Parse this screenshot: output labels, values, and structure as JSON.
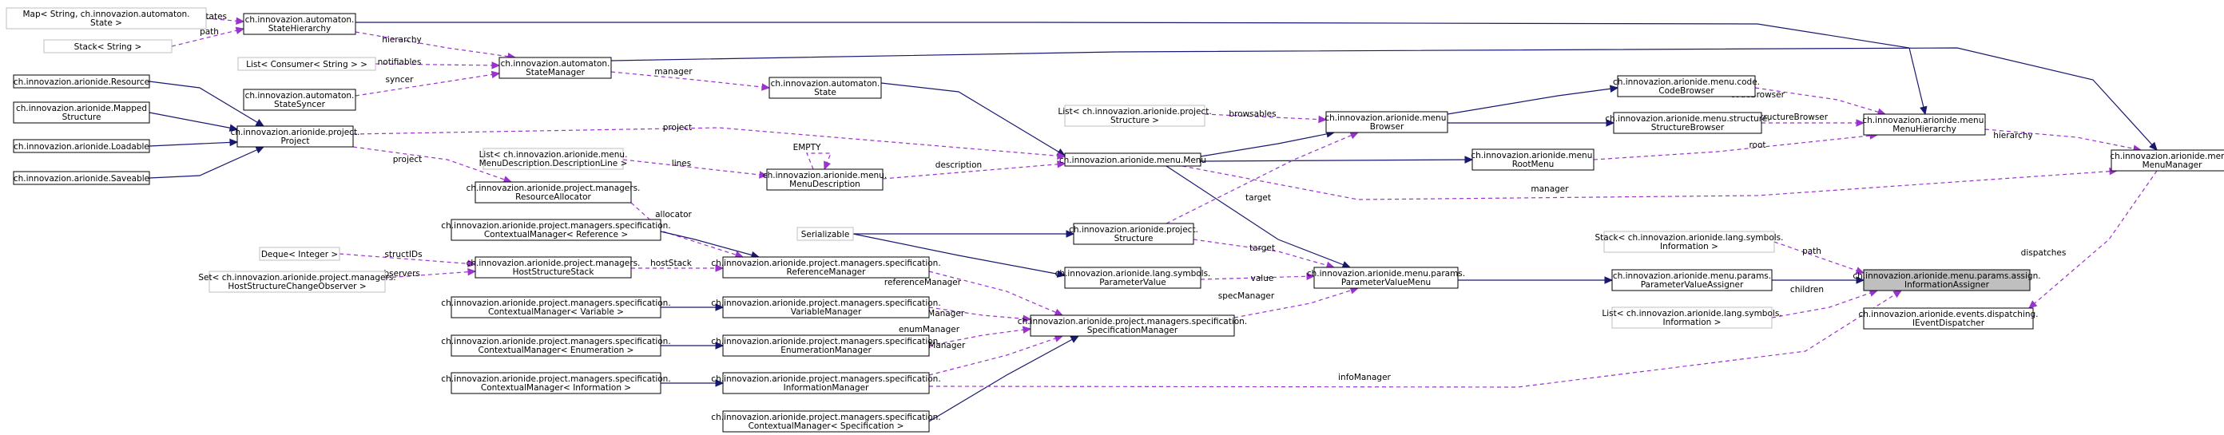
{
  "nodes": [
    {
      "id": "map_states",
      "lines": [
        "Map< String, ch.innovazion.automaton.",
        "State >"
      ],
      "ext": true
    },
    {
      "id": "stack_string",
      "lines": [
        "Stack< String >"
      ],
      "ext": true
    },
    {
      "id": "state_hierarchy",
      "lines": [
        "ch.innovazion.automaton.",
        "StateHierarchy"
      ]
    },
    {
      "id": "list_consumer",
      "lines": [
        "List< Consumer< String > >"
      ],
      "ext": true
    },
    {
      "id": "state_manager",
      "lines": [
        "ch.innovazion.automaton.",
        "StateManager"
      ]
    },
    {
      "id": "state_syncer",
      "lines": [
        "ch.innovazion.automaton.",
        "StateSyncer"
      ]
    },
    {
      "id": "state",
      "lines": [
        "ch.innovazion.automaton.",
        "State"
      ]
    },
    {
      "id": "resource",
      "lines": [
        "ch.innovazion.arionide.Resource"
      ]
    },
    {
      "id": "mapped_structure",
      "lines": [
        "ch.innovazion.arionide.Mapped",
        "Structure"
      ]
    },
    {
      "id": "loadable",
      "lines": [
        "ch.innovazion.arionide.Loadable"
      ]
    },
    {
      "id": "saveable",
      "lines": [
        "ch.innovazion.arionide.Saveable"
      ]
    },
    {
      "id": "project",
      "lines": [
        "ch.innovazion.arionide.project.",
        "Project"
      ]
    },
    {
      "id": "list_desc_line",
      "lines": [
        "List< ch.innovazion.arionide.menu.",
        "MenuDescription.DescriptionLine >"
      ],
      "ext": true
    },
    {
      "id": "menu_description",
      "lines": [
        "ch.innovazion.arionide.menu.",
        "MenuDescription"
      ]
    },
    {
      "id": "resource_allocator",
      "lines": [
        "ch.innovazion.arionide.project.managers.",
        "ResourceAllocator"
      ]
    },
    {
      "id": "cm_reference",
      "lines": [
        "ch.innovazion.arionide.project.managers.specification.",
        "ContextualManager< Reference >"
      ]
    },
    {
      "id": "deque_int",
      "lines": [
        "Deque< Integer >"
      ],
      "ext": true
    },
    {
      "id": "set_observer",
      "lines": [
        "Set< ch.innovazion.arionide.project.managers.",
        "HostStructureChangeObserver >"
      ],
      "ext": true
    },
    {
      "id": "host_structure_stack",
      "lines": [
        "ch.innovazion.arionide.project.managers.",
        "HostStructureStack"
      ]
    },
    {
      "id": "reference_manager",
      "lines": [
        "ch.innovazion.arionide.project.managers.specification.",
        "ReferenceManager"
      ]
    },
    {
      "id": "cm_variable",
      "lines": [
        "ch.innovazion.arionide.project.managers.specification.",
        "ContextualManager< Variable >"
      ]
    },
    {
      "id": "variable_manager",
      "lines": [
        "ch.innovazion.arionide.project.managers.specification.",
        "VariableManager"
      ]
    },
    {
      "id": "cm_enumeration",
      "lines": [
        "ch.innovazion.arionide.project.managers.specification.",
        "ContextualManager< Enumeration >"
      ]
    },
    {
      "id": "enumeration_manager",
      "lines": [
        "ch.innovazion.arionide.project.managers.specification.",
        "EnumerationManager"
      ]
    },
    {
      "id": "cm_information",
      "lines": [
        "ch.innovazion.arionide.project.managers.specification.",
        "ContextualManager< Information >"
      ]
    },
    {
      "id": "information_manager",
      "lines": [
        "ch.innovazion.arionide.project.managers.specification.",
        "InformationManager"
      ]
    },
    {
      "id": "cm_specification",
      "lines": [
        "ch.innovazion.arionide.project.managers.specification.",
        "ContextualManager< Specification >"
      ]
    },
    {
      "id": "serializable",
      "lines": [
        "Serializable"
      ],
      "ext": true
    },
    {
      "id": "menu",
      "lines": [
        "ch.innovazion.arionide.menu.Menu"
      ]
    },
    {
      "id": "list_structure",
      "lines": [
        "List< ch.innovazion.arionide.project.",
        "Structure >"
      ],
      "ext": true
    },
    {
      "id": "browser",
      "lines": [
        "ch.innovazion.arionide.menu.",
        "Browser"
      ]
    },
    {
      "id": "structure",
      "lines": [
        "ch.innovazion.arionide.project.",
        "Structure"
      ]
    },
    {
      "id": "parameter_value",
      "lines": [
        "ch.innovazion.arionide.lang.symbols.",
        "ParameterValue"
      ]
    },
    {
      "id": "specification_manager",
      "lines": [
        "ch.innovazion.arionide.project.managers.specification.",
        "SpecificationManager"
      ]
    },
    {
      "id": "parameter_value_menu",
      "lines": [
        "ch.innovazion.arionide.menu.params.",
        "ParameterValueMenu"
      ]
    },
    {
      "id": "code_browser",
      "lines": [
        "ch.innovazion.arionide.menu.code.",
        "CodeBrowser"
      ]
    },
    {
      "id": "structure_browser",
      "lines": [
        "ch.innovazion.arionide.menu.structure.",
        "StructureBrowser"
      ]
    },
    {
      "id": "root_menu",
      "lines": [
        "ch.innovazion.arionide.menu.",
        "RootMenu"
      ]
    },
    {
      "id": "menu_hierarchy",
      "lines": [
        "ch.innovazion.arionide.menu.",
        "MenuHierarchy"
      ]
    },
    {
      "id": "menu_manager",
      "lines": [
        "ch.innovazion.arionide.menu.",
        "MenuManager"
      ]
    },
    {
      "id": "stack_information",
      "lines": [
        "Stack< ch.innovazion.arionide.lang.symbols.",
        "Information >"
      ],
      "ext": true
    },
    {
      "id": "list_information",
      "lines": [
        "List< ch.innovazion.arionide.lang.symbols.",
        "Information >"
      ],
      "ext": true
    },
    {
      "id": "parameter_value_assigner",
      "lines": [
        "ch.innovazion.arionide.menu.params.",
        "ParameterValueAssigner"
      ]
    },
    {
      "id": "information_assigner",
      "lines": [
        "ch.innovazion.arionide.menu.params.assign.",
        "InformationAssigner"
      ],
      "highlight": true
    },
    {
      "id": "event_dispatcher",
      "lines": [
        "ch.innovazion.arionide.events.dispatching.",
        "IEventDispatcher"
      ]
    }
  ],
  "edges": [
    {
      "from": "map_states",
      "to": "state_hierarchy",
      "label": "states",
      "style": "dashed"
    },
    {
      "from": "stack_string",
      "to": "state_hierarchy",
      "label": "path",
      "style": "dashed"
    },
    {
      "from": "list_consumer",
      "to": "state_manager",
      "label": "notifiables",
      "style": "dashed"
    },
    {
      "from": "state_syncer",
      "to": "state_manager",
      "label": "syncer",
      "style": "dashed"
    },
    {
      "from": "state_hierarchy",
      "to": "state_manager",
      "label": "hierarchy",
      "style": "dashed"
    },
    {
      "from": "state_manager",
      "to": "state",
      "label": "manager",
      "style": "dashed"
    },
    {
      "from": "state",
      "to": "menu",
      "label": "",
      "style": "solid"
    },
    {
      "from": "resource",
      "to": "project",
      "label": "",
      "style": "solid"
    },
    {
      "from": "mapped_structure",
      "to": "project",
      "label": "",
      "style": "solid"
    },
    {
      "from": "loadable",
      "to": "project",
      "label": "",
      "style": "solid"
    },
    {
      "from": "saveable",
      "to": "project",
      "label": "",
      "style": "solid"
    },
    {
      "from": "project",
      "to": "menu",
      "label": "project",
      "style": "dashed"
    },
    {
      "from": "project",
      "to": "resource_allocator",
      "label": "project",
      "style": "dashed"
    },
    {
      "from": "list_desc_line",
      "to": "menu_description",
      "label": "lines",
      "style": "dashed"
    },
    {
      "from": "menu_description",
      "to": "menu_description",
      "label": "EMPTY",
      "style": "dashed"
    },
    {
      "from": "menu_description",
      "to": "menu",
      "label": "description",
      "style": "dashed"
    },
    {
      "from": "resource_allocator",
      "to": "reference_manager",
      "label": "allocator",
      "style": "dashed"
    },
    {
      "from": "deque_int",
      "to": "host_structure_stack",
      "label": "structIDs",
      "style": "dashed"
    },
    {
      "from": "set_observer",
      "to": "host_structure_stack",
      "label": "observers",
      "style": "dashed"
    },
    {
      "from": "host_structure_stack",
      "to": "reference_manager",
      "label": "hostStack",
      "style": "dashed"
    },
    {
      "from": "cm_reference",
      "to": "reference_manager",
      "label": "",
      "style": "solid"
    },
    {
      "from": "cm_variable",
      "to": "variable_manager",
      "label": "",
      "style": "solid"
    },
    {
      "from": "cm_enumeration",
      "to": "enumeration_manager",
      "label": "",
      "style": "solid"
    },
    {
      "from": "cm_information",
      "to": "information_manager",
      "label": "",
      "style": "solid"
    },
    {
      "from": "cm_specification",
      "to": "specification_manager",
      "label": "",
      "style": "solid"
    },
    {
      "from": "reference_manager",
      "to": "specification_manager",
      "label": "referenceManager",
      "style": "dashed"
    },
    {
      "from": "variable_manager",
      "to": "specification_manager",
      "label": "variableManager",
      "style": "dashed"
    },
    {
      "from": "enumeration_manager",
      "to": "specification_manager",
      "label": "enumManager",
      "style": "dashed"
    },
    {
      "from": "information_manager",
      "to": "specification_manager",
      "label": "informationManager",
      "style": "dashed"
    },
    {
      "from": "information_manager",
      "to": "information_assigner",
      "label": "infoManager",
      "style": "dashed"
    },
    {
      "from": "serializable",
      "to": "structure",
      "label": "",
      "style": "solid"
    },
    {
      "from": "serializable",
      "to": "parameter_value",
      "label": "",
      "style": "solid"
    },
    {
      "from": "list_structure",
      "to": "browser",
      "label": "browsables",
      "style": "dashed"
    },
    {
      "from": "menu",
      "to": "browser",
      "label": "",
      "style": "solid"
    },
    {
      "from": "menu",
      "to": "root_menu",
      "label": "",
      "style": "solid"
    },
    {
      "from": "menu",
      "to": "parameter_value_menu",
      "label": "",
      "style": "solid"
    },
    {
      "from": "menu",
      "to": "menu_manager",
      "label": "manager",
      "style": "dashed"
    },
    {
      "from": "structure",
      "to": "browser",
      "label": "target",
      "style": "dashed"
    },
    {
      "from": "structure",
      "to": "parameter_value_menu",
      "label": "target",
      "style": "dashed"
    },
    {
      "from": "parameter_value",
      "to": "parameter_value_menu",
      "label": "value",
      "style": "dashed"
    },
    {
      "from": "specification_manager",
      "to": "parameter_value_menu",
      "label": "specManager",
      "style": "dashed"
    },
    {
      "from": "browser",
      "to": "code_browser",
      "label": "",
      "style": "solid"
    },
    {
      "from": "browser",
      "to": "structure_browser",
      "label": "",
      "style": "solid"
    },
    {
      "from": "parameter_value_menu",
      "to": "parameter_value_assigner",
      "label": "",
      "style": "solid"
    },
    {
      "from": "code_browser",
      "to": "menu_hierarchy",
      "label": "codeBrowser",
      "style": "dashed"
    },
    {
      "from": "structure_browser",
      "to": "menu_hierarchy",
      "label": "structureBrowser",
      "style": "dashed"
    },
    {
      "from": "root_menu",
      "to": "menu_hierarchy",
      "label": "root",
      "style": "dashed"
    },
    {
      "from": "menu_hierarchy",
      "to": "menu_manager",
      "label": "hierarchy",
      "style": "dashed"
    },
    {
      "from": "state_hierarchy",
      "to": "menu_hierarchy",
      "label": "",
      "style": "solid"
    },
    {
      "from": "state_manager",
      "to": "menu_manager",
      "label": "",
      "style": "solid"
    },
    {
      "from": "menu_manager",
      "to": "event_dispatcher",
      "label": "dispatches",
      "style": "dashed"
    },
    {
      "from": "stack_information",
      "to": "information_assigner",
      "label": "path",
      "style": "dashed"
    },
    {
      "from": "list_information",
      "to": "information_assigner",
      "label": "children",
      "style": "dashed"
    },
    {
      "from": "parameter_value_assigner",
      "to": "information_assigner",
      "label": "",
      "style": "solid"
    }
  ]
}
